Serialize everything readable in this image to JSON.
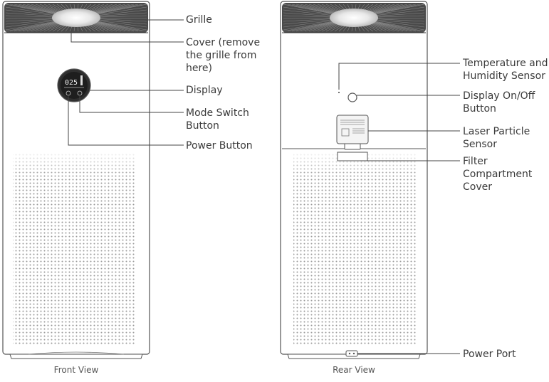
{
  "diagram": {
    "front_view": {
      "caption": "Front View",
      "display_reading": "025",
      "callouts": [
        {
          "id": "grille",
          "label": "Grille"
        },
        {
          "id": "cover",
          "label": "Cover (remove\nthe grille from\nhere)"
        },
        {
          "id": "display",
          "label": "Display"
        },
        {
          "id": "mode-switch",
          "label": "Mode Switch\nButton"
        },
        {
          "id": "power-button",
          "label": "Power Button"
        }
      ]
    },
    "rear_view": {
      "caption": "Rear View",
      "callouts": [
        {
          "id": "temp-humidity",
          "label": "Temperature and\nHumidity Sensor"
        },
        {
          "id": "display-onoff",
          "label": "Display On/Off\nButton"
        },
        {
          "id": "laser-sensor",
          "label": "Laser Particle\nSensor"
        },
        {
          "id": "filter-cover",
          "label": "Filter\nCompartment\nCover"
        },
        {
          "id": "power-port",
          "label": "Power Port"
        }
      ]
    },
    "colors": {
      "outline": "#555555",
      "grille_dark": "#4a4a4a",
      "dots": "#9a9a9a",
      "text": "#3a3a3a"
    }
  }
}
